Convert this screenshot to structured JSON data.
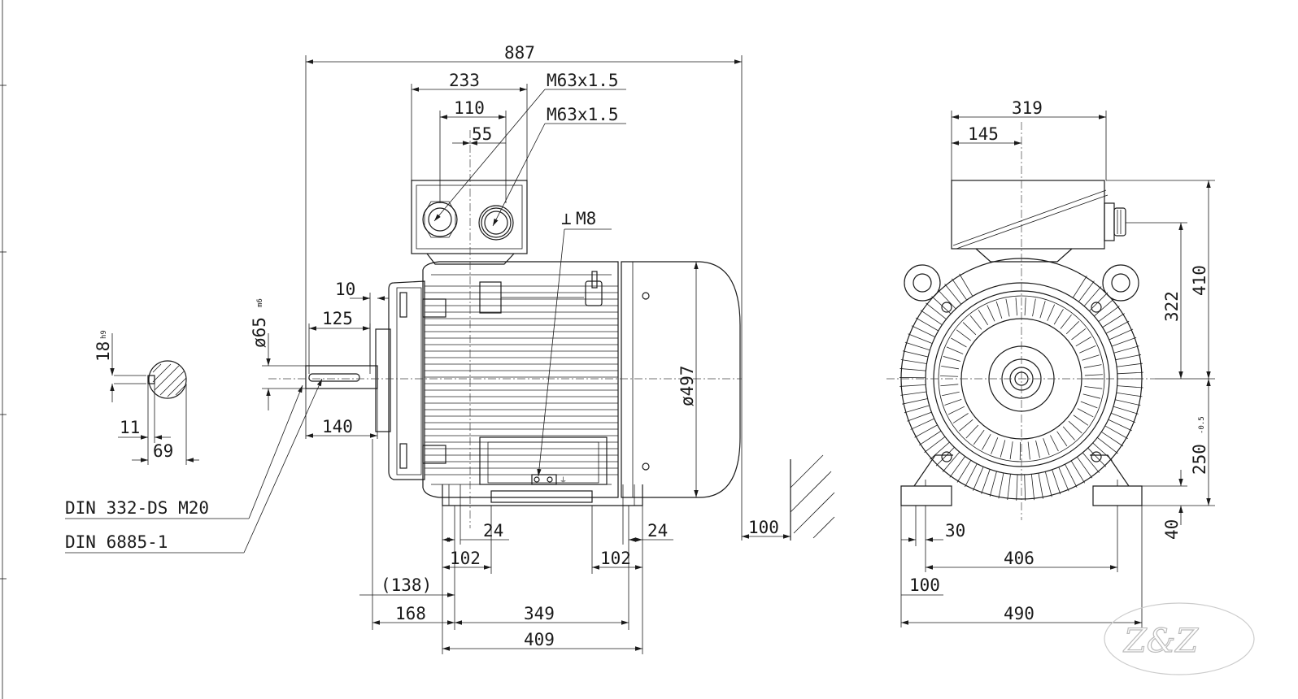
{
  "drawing": {
    "side_view": {
      "overall_length": "887",
      "terminal_box_width": "233",
      "gland_spacing": "110",
      "gland_offset": "55",
      "gland_1": "M63x1.5",
      "gland_2": "M63x1.5",
      "shaft_shoulder": "10",
      "shaft_key_length": "125",
      "shaft_diameter": "ø65",
      "shaft_tolerance": "m6",
      "shaft_length": "140",
      "frame_diameter": "ø497",
      "lifting_thread": "M8",
      "foot_slot_left": "24",
      "foot_slot_right": "24",
      "foot_width_left": "102",
      "foot_width_right": "102",
      "shaft_to_foot_ref": "(138)",
      "shaft_to_foot": "168",
      "hole_spacing": "349",
      "foot_length": "409",
      "fan_clearance": "100",
      "centre_hole_note": "DIN 332-DS M20",
      "key_note": "DIN 6885-1"
    },
    "key_section": {
      "key_width": "18",
      "key_tolerance": "h9",
      "key_depth": "11",
      "shaft_height": "69"
    },
    "end_view": {
      "box_width": "319",
      "box_offset": "145",
      "gland_height": "322",
      "overall_height": "410",
      "shaft_height": "250",
      "shaft_height_tol": "-0.5",
      "foot_height": "40",
      "foot_hole_width": "30",
      "hole_spacing": "406",
      "foot_extension": "100",
      "overall_width": "490"
    },
    "watermark": "Z&Z"
  }
}
